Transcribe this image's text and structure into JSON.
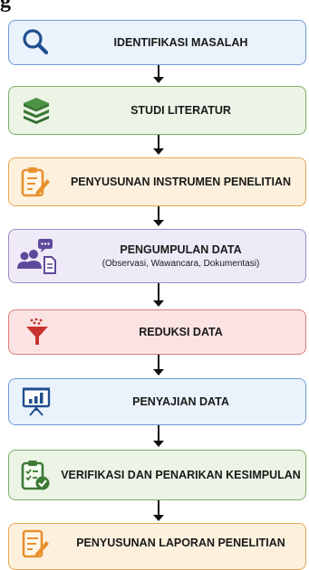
{
  "title": "g",
  "steps": [
    {
      "label": "IDENTIFIKASI MASALAH",
      "icon": "magnifier-icon",
      "bg": "#eaf2fb",
      "border": "#6f9bd3",
      "accent": "#1f4f8f"
    },
    {
      "label": "STUDI LITERATUR",
      "icon": "books-stack-icon",
      "bg": "#ecf4e6",
      "border": "#7fae67",
      "accent": "#3b7a35"
    },
    {
      "label": "PENYUSUNAN INSTRUMEN PENELITIAN",
      "icon": "clipboard-pencil-icon",
      "bg": "#fdf1de",
      "border": "#e6a650",
      "accent": "#e8912e"
    },
    {
      "label": "PENGUMPULAN DATA",
      "sublabel": "(Observasi, Wawancara, Dokumentasi)",
      "icon": "people-chat-document-icon",
      "bg": "#efeaf7",
      "border": "#9c8cc6",
      "accent": "#5d4a9c"
    },
    {
      "label": "REDUKSI DATA",
      "icon": "funnel-icon",
      "bg": "#fbe3e3",
      "border": "#e07c7c",
      "accent": "#c8322e"
    },
    {
      "label": "PENYAJIAN DATA",
      "icon": "presentation-chart-icon",
      "bg": "#eaf2fb",
      "border": "#6f9bd3",
      "accent": "#1f4f8f"
    },
    {
      "label": "VERIFIKASI DAN PENARIKAN KESIMPULAN",
      "icon": "clipboard-check-icon",
      "bg": "#ecf4e6",
      "border": "#7fae67",
      "accent": "#3b7a35"
    },
    {
      "label": "PENYUSUNAN LAPORAN PENELITIAN",
      "icon": "document-pencil-icon",
      "bg": "#fdf1de",
      "border": "#e6a650",
      "accent": "#e8912e"
    }
  ]
}
